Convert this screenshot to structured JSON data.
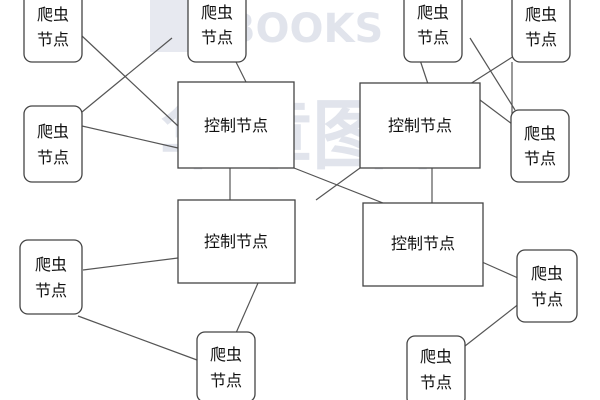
{
  "watermark": {
    "logo_text": "BOOKS",
    "cn_text": "华章图书"
  },
  "diagram": {
    "controller_label": "控制节点",
    "crawler_label_line1": "爬虫",
    "crawler_label_line2": "节点",
    "controllers": [
      {
        "id": "c1"
      },
      {
        "id": "c2"
      },
      {
        "id": "c3"
      },
      {
        "id": "c4"
      }
    ],
    "crawlers": [
      {
        "id": "s1"
      },
      {
        "id": "s2"
      },
      {
        "id": "s3"
      },
      {
        "id": "s4"
      },
      {
        "id": "s5"
      },
      {
        "id": "s6"
      },
      {
        "id": "s7"
      },
      {
        "id": "s8"
      },
      {
        "id": "s9"
      },
      {
        "id": "s10"
      }
    ]
  }
}
